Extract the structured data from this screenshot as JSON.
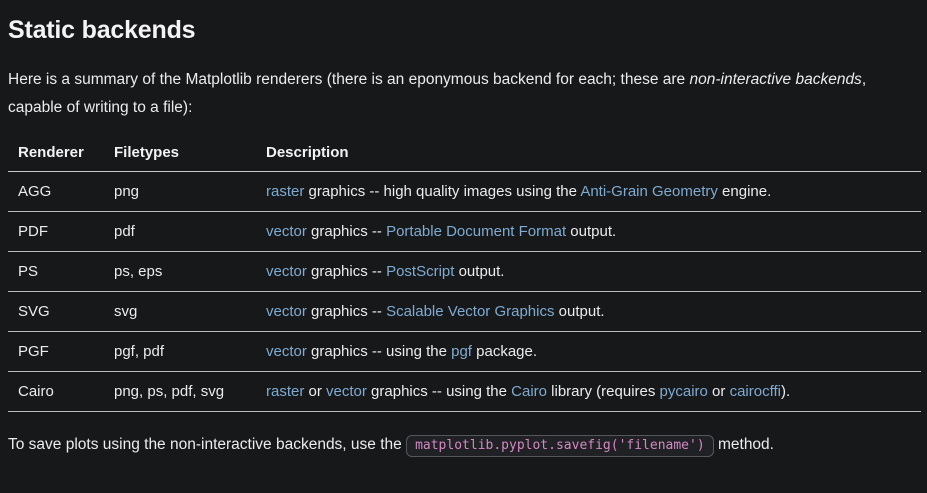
{
  "page": {
    "title": "Static backends",
    "intro_segments": [
      {
        "text": "Here is a summary of the Matplotlib renderers (there is an eponymous backend for each; these are "
      },
      {
        "text": "non-interactive backends",
        "style": "em"
      },
      {
        "text": ", capable of writing to a file):"
      }
    ],
    "outro_segments": [
      {
        "text": "To save plots using the non-interactive backends, use the "
      },
      {
        "text": "matplotlib.pyplot.savefig('filename')",
        "style": "code"
      },
      {
        "text": " method."
      }
    ]
  },
  "table": {
    "headers": [
      "Renderer",
      "Filetypes",
      "Description"
    ],
    "rows": [
      {
        "renderer": "AGG",
        "filetypes": "png",
        "description": [
          {
            "text": "raster",
            "style": "link"
          },
          {
            "text": " graphics -- high quality images using the "
          },
          {
            "text": "Anti-Grain Geometry",
            "style": "link"
          },
          {
            "text": " engine."
          }
        ]
      },
      {
        "renderer": "PDF",
        "filetypes": "pdf",
        "description": [
          {
            "text": "vector",
            "style": "link"
          },
          {
            "text": " graphics -- "
          },
          {
            "text": "Portable Document Format",
            "style": "link"
          },
          {
            "text": " output."
          }
        ]
      },
      {
        "renderer": "PS",
        "filetypes": "ps, eps",
        "description": [
          {
            "text": "vector",
            "style": "link"
          },
          {
            "text": " graphics -- "
          },
          {
            "text": "PostScript",
            "style": "link"
          },
          {
            "text": " output."
          }
        ]
      },
      {
        "renderer": "SVG",
        "filetypes": "svg",
        "description": [
          {
            "text": "vector",
            "style": "link"
          },
          {
            "text": " graphics -- "
          },
          {
            "text": "Scalable Vector Graphics",
            "style": "link"
          },
          {
            "text": " output."
          }
        ]
      },
      {
        "renderer": "PGF",
        "filetypes": "pgf, pdf",
        "description": [
          {
            "text": "vector",
            "style": "link"
          },
          {
            "text": " graphics -- using the "
          },
          {
            "text": "pgf",
            "style": "link"
          },
          {
            "text": " package."
          }
        ]
      },
      {
        "renderer": "Cairo",
        "filetypes": "png, ps, pdf, svg",
        "description": [
          {
            "text": "raster",
            "style": "link"
          },
          {
            "text": " or "
          },
          {
            "text": "vector",
            "style": "link"
          },
          {
            "text": " graphics -- using the "
          },
          {
            "text": "Cairo",
            "style": "link"
          },
          {
            "text": " library (requires "
          },
          {
            "text": "pycairo",
            "style": "link"
          },
          {
            "text": " or "
          },
          {
            "text": "cairocffi",
            "style": "link"
          },
          {
            "text": ")."
          }
        ]
      }
    ]
  },
  "colors": {
    "background": "#17181a",
    "text": "#ebecee",
    "link": "#7fabd2",
    "code_text": "#d489c4",
    "code_border": "#55575c",
    "table_border": "#b9babe"
  }
}
